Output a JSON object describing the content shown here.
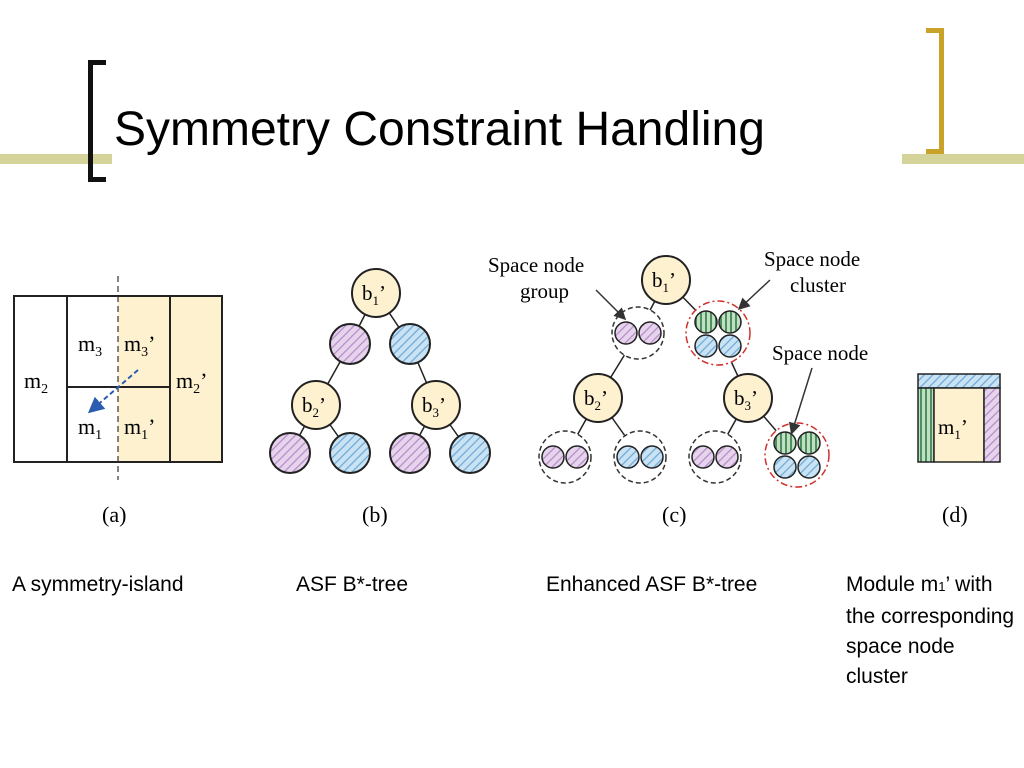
{
  "title": "Symmetry Constraint Handling",
  "panels": {
    "a": {
      "tag": "(a)",
      "labels": {
        "m2": "m",
        "m2_sub": "2",
        "m3": "m",
        "m3_sub": "3",
        "m3p": "m",
        "m3p_sub": "3",
        "m2p": "m",
        "m2p_sub": "2",
        "m1": "m",
        "m1_sub": "1",
        "m1p": "m",
        "m1p_sub": "1",
        "prime": "’"
      }
    },
    "b": {
      "tag": "(b)",
      "root": "b",
      "root_sub": "1",
      "left": "b",
      "left_sub": "2",
      "right": "b",
      "right_sub": "3",
      "prime": "’"
    },
    "c": {
      "tag": "(c)",
      "root": "b",
      "root_sub": "1",
      "left": "b",
      "left_sub": "2",
      "right": "b",
      "right_sub": "3",
      "prime": "’",
      "ann_group_1": "Space node",
      "ann_group_2": "group",
      "ann_cluster_1": "Space node",
      "ann_cluster_2": "cluster",
      "ann_node": "Space node"
    },
    "d": {
      "tag": "(d)",
      "m": "m",
      "m_sub": "1",
      "prime": "’"
    }
  },
  "captions": {
    "a": "A symmetry-island",
    "b": "ASF B*-tree",
    "c": "Enhanced ASF B*-tree",
    "d_prefix": "Module m",
    "d_sub": "1",
    "d_suffix": "’ with the corresponding space node cluster"
  },
  "colors": {
    "cream": "#fdf1d0",
    "pink": "#d8b8e0",
    "blue": "#a8d0ec",
    "green": "#7fb68a",
    "gold": "#c9a22a",
    "red": "#d0312d"
  }
}
